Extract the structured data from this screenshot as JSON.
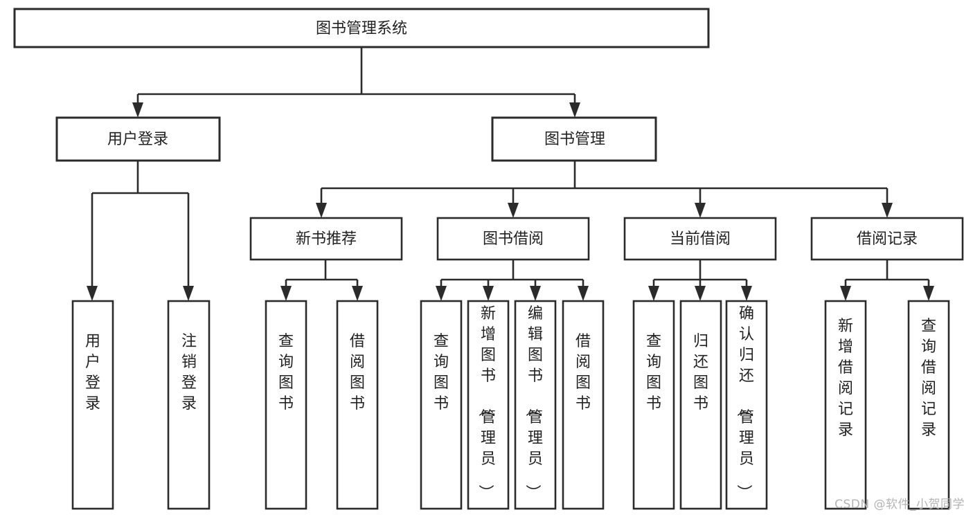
{
  "diagram": {
    "type": "tree",
    "title": "图书管理系统",
    "watermark": "CSDN @软件_小贺同学",
    "colors": {
      "box_stroke": "#2b2b2b",
      "box_fill": "#ffffff",
      "text": "#222222",
      "watermark": "#b4b4b4",
      "background": "#ffffff"
    },
    "nodes": {
      "root": {
        "label": "图书管理系统"
      },
      "level2": [
        {
          "id": "user-login",
          "label": "用户登录"
        },
        {
          "id": "book-manage",
          "label": "图书管理"
        }
      ],
      "level3": [
        {
          "id": "new-book-recommend",
          "label": "新书推荐",
          "parent": "book-manage"
        },
        {
          "id": "book-borrow",
          "label": "图书借阅",
          "parent": "book-manage"
        },
        {
          "id": "current-borrow",
          "label": "当前借阅",
          "parent": "book-manage"
        },
        {
          "id": "borrow-record",
          "label": "借阅记录",
          "parent": "book-manage"
        }
      ],
      "leaves": [
        {
          "id": "leaf-user-login",
          "label": "用户登录",
          "parent": "user-login"
        },
        {
          "id": "leaf-logout-login",
          "label": "注销登录",
          "parent": "user-login"
        },
        {
          "id": "leaf-query-book-1",
          "label": "查询图书",
          "parent": "new-book-recommend"
        },
        {
          "id": "leaf-borrow-book-1",
          "label": "借阅图书",
          "parent": "new-book-recommend"
        },
        {
          "id": "leaf-query-book-2",
          "label": "查询图书",
          "parent": "book-borrow"
        },
        {
          "id": "leaf-add-book",
          "label": "新增图书（管理员）",
          "parent": "book-borrow"
        },
        {
          "id": "leaf-edit-book",
          "label": "编辑图书（管理员）",
          "parent": "book-borrow"
        },
        {
          "id": "leaf-borrow-book-2",
          "label": "借阅图书",
          "parent": "book-borrow"
        },
        {
          "id": "leaf-query-book-3",
          "label": "查询图书",
          "parent": "current-borrow"
        },
        {
          "id": "leaf-return-book",
          "label": "归还图书",
          "parent": "current-borrow"
        },
        {
          "id": "leaf-confirm-return",
          "label": "确认归还（管理员）",
          "parent": "current-borrow"
        },
        {
          "id": "leaf-add-record",
          "label": "新增借阅记录",
          "parent": "borrow-record"
        },
        {
          "id": "leaf-query-record",
          "label": "查询借阅记录",
          "parent": "borrow-record"
        }
      ]
    }
  }
}
